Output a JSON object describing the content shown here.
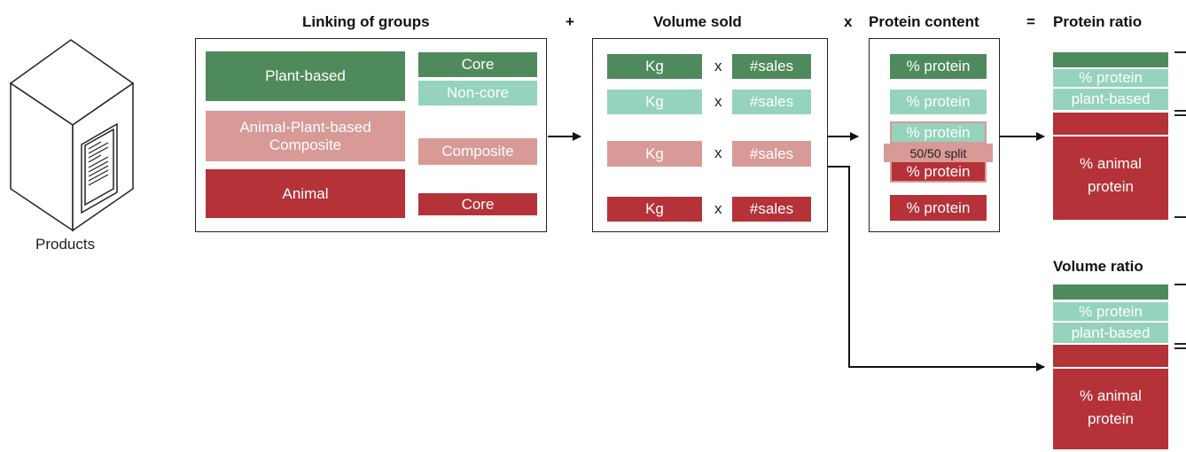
{
  "products": {
    "label": "Products"
  },
  "headers": {
    "linking": "Linking of groups",
    "plus": "+",
    "volume": "Volume sold",
    "times": "x",
    "protein_content": "Protein content",
    "equals": "=",
    "protein_ratio": "Protein ratio",
    "volume_ratio": "Volume ratio"
  },
  "linking": {
    "plant_based": "Plant-based",
    "animal_plant_composite": "Animal-Plant-based Composite",
    "animal": "Animal",
    "core_plant": "Core",
    "non_core": "Non-core",
    "composite": "Composite",
    "core_animal": "Core"
  },
  "volume": {
    "rows": [
      {
        "kg": "Kg",
        "x": "x",
        "sales": "#sales"
      },
      {
        "kg": "Kg",
        "x": "x",
        "sales": "#sales"
      },
      {
        "kg": "Kg",
        "x": "x",
        "sales": "#sales"
      },
      {
        "kg": "Kg",
        "x": "x",
        "sales": "#sales"
      }
    ]
  },
  "protein": {
    "p1": "% protein",
    "p2": "% protein",
    "p3a": "% protein",
    "split": "50/50 split",
    "p3b": "% protein",
    "p4": "% protein"
  },
  "protein_ratio": {
    "plant_label_1": "% protein",
    "plant_label_2": "plant-based",
    "animal_label_1": "% animal",
    "animal_label_2": "protein"
  },
  "volume_ratio": {
    "plant_label_1": "% protein",
    "plant_label_2": "plant-based",
    "animal_label_1": "% animal",
    "animal_label_2": "protein"
  },
  "colors": {
    "dark_green": "#4f8a5c",
    "light_green": "#95d3bc",
    "pink": "#d89a96",
    "red": "#b53239"
  }
}
